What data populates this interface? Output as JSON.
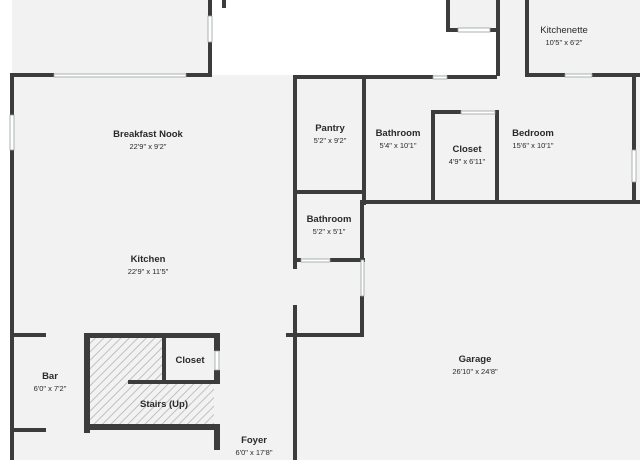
{
  "colors": {
    "floor": "#f2f2f2",
    "wall": "#3c3c3c",
    "window": "#cfd3d3",
    "hatch": "#b5b5b5"
  },
  "rooms": {
    "kitchenette": {
      "name": "Kitchenette",
      "dim": "10'5\" x 6'2\""
    },
    "breakfast_nook": {
      "name": "Breakfast Nook",
      "dim": "22'9\" x 9'2\""
    },
    "pantry": {
      "name": "Pantry",
      "dim": "5'2\" x 9'2\""
    },
    "bathroom_1": {
      "name": "Bathroom",
      "dim": "5'4\" x 10'1\""
    },
    "closet_1": {
      "name": "Closet",
      "dim": "4'9\" x 6'11\""
    },
    "bedroom": {
      "name": "Bedroom",
      "dim": "15'6\" x 10'1\""
    },
    "bathroom_2": {
      "name": "Bathroom",
      "dim": "5'2\" x 5'1\""
    },
    "kitchen": {
      "name": "Kitchen",
      "dim": "22'9\" x 11'5\""
    },
    "bar": {
      "name": "Bar",
      "dim": "6'0\" x 7'2\""
    },
    "closet_2": {
      "name": "Closet",
      "dim": ""
    },
    "stairs": {
      "name": "Stairs (Up)",
      "dim": ""
    },
    "garage": {
      "name": "Garage",
      "dim": "26'10\" x 24'8\""
    },
    "foyer": {
      "name": "Foyer",
      "dim": "6'0\" x 17'8\""
    }
  }
}
